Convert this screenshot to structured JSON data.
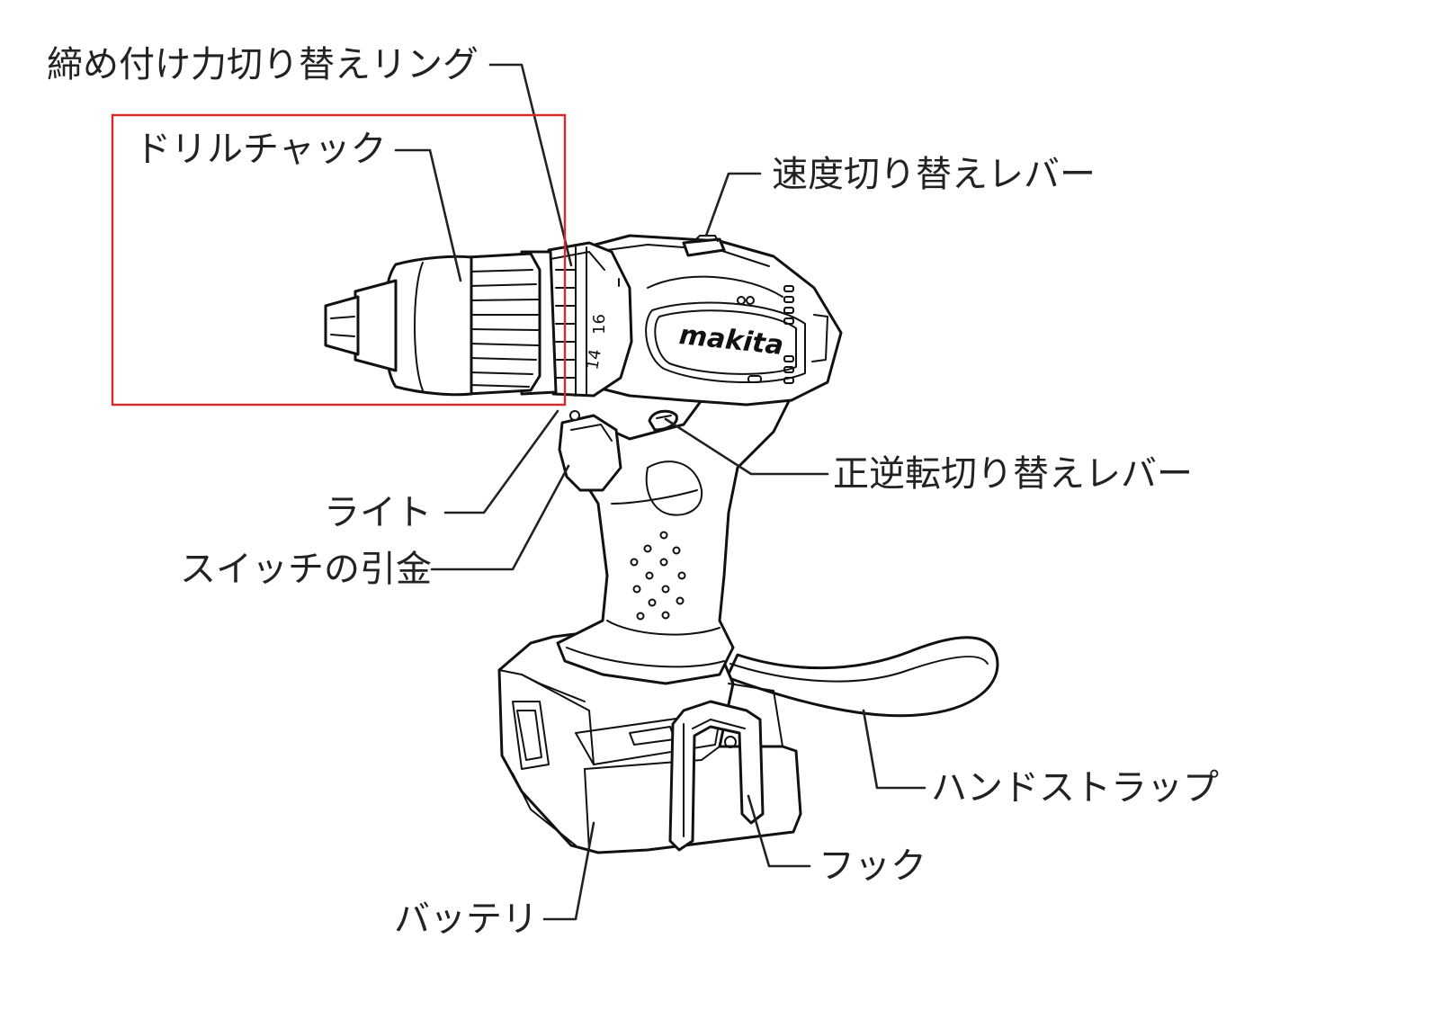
{
  "labels": {
    "clutch_ring": "締め付け力切り替えリング",
    "drill_chuck": "ドリルチャック",
    "speed_lever": "速度切り替えレバー",
    "reverse_lever": "正逆転切り替えレバー",
    "light": "ライト",
    "trigger": "スイッチの引金",
    "hand_strap": "ハンドストラップ",
    "hook": "フック",
    "battery": "バッテリ"
  },
  "ring_numbers": [
    "16",
    "14"
  ],
  "brand": "makita",
  "highlight": {
    "color": "#d42a2a",
    "target": "drill_chuck"
  }
}
